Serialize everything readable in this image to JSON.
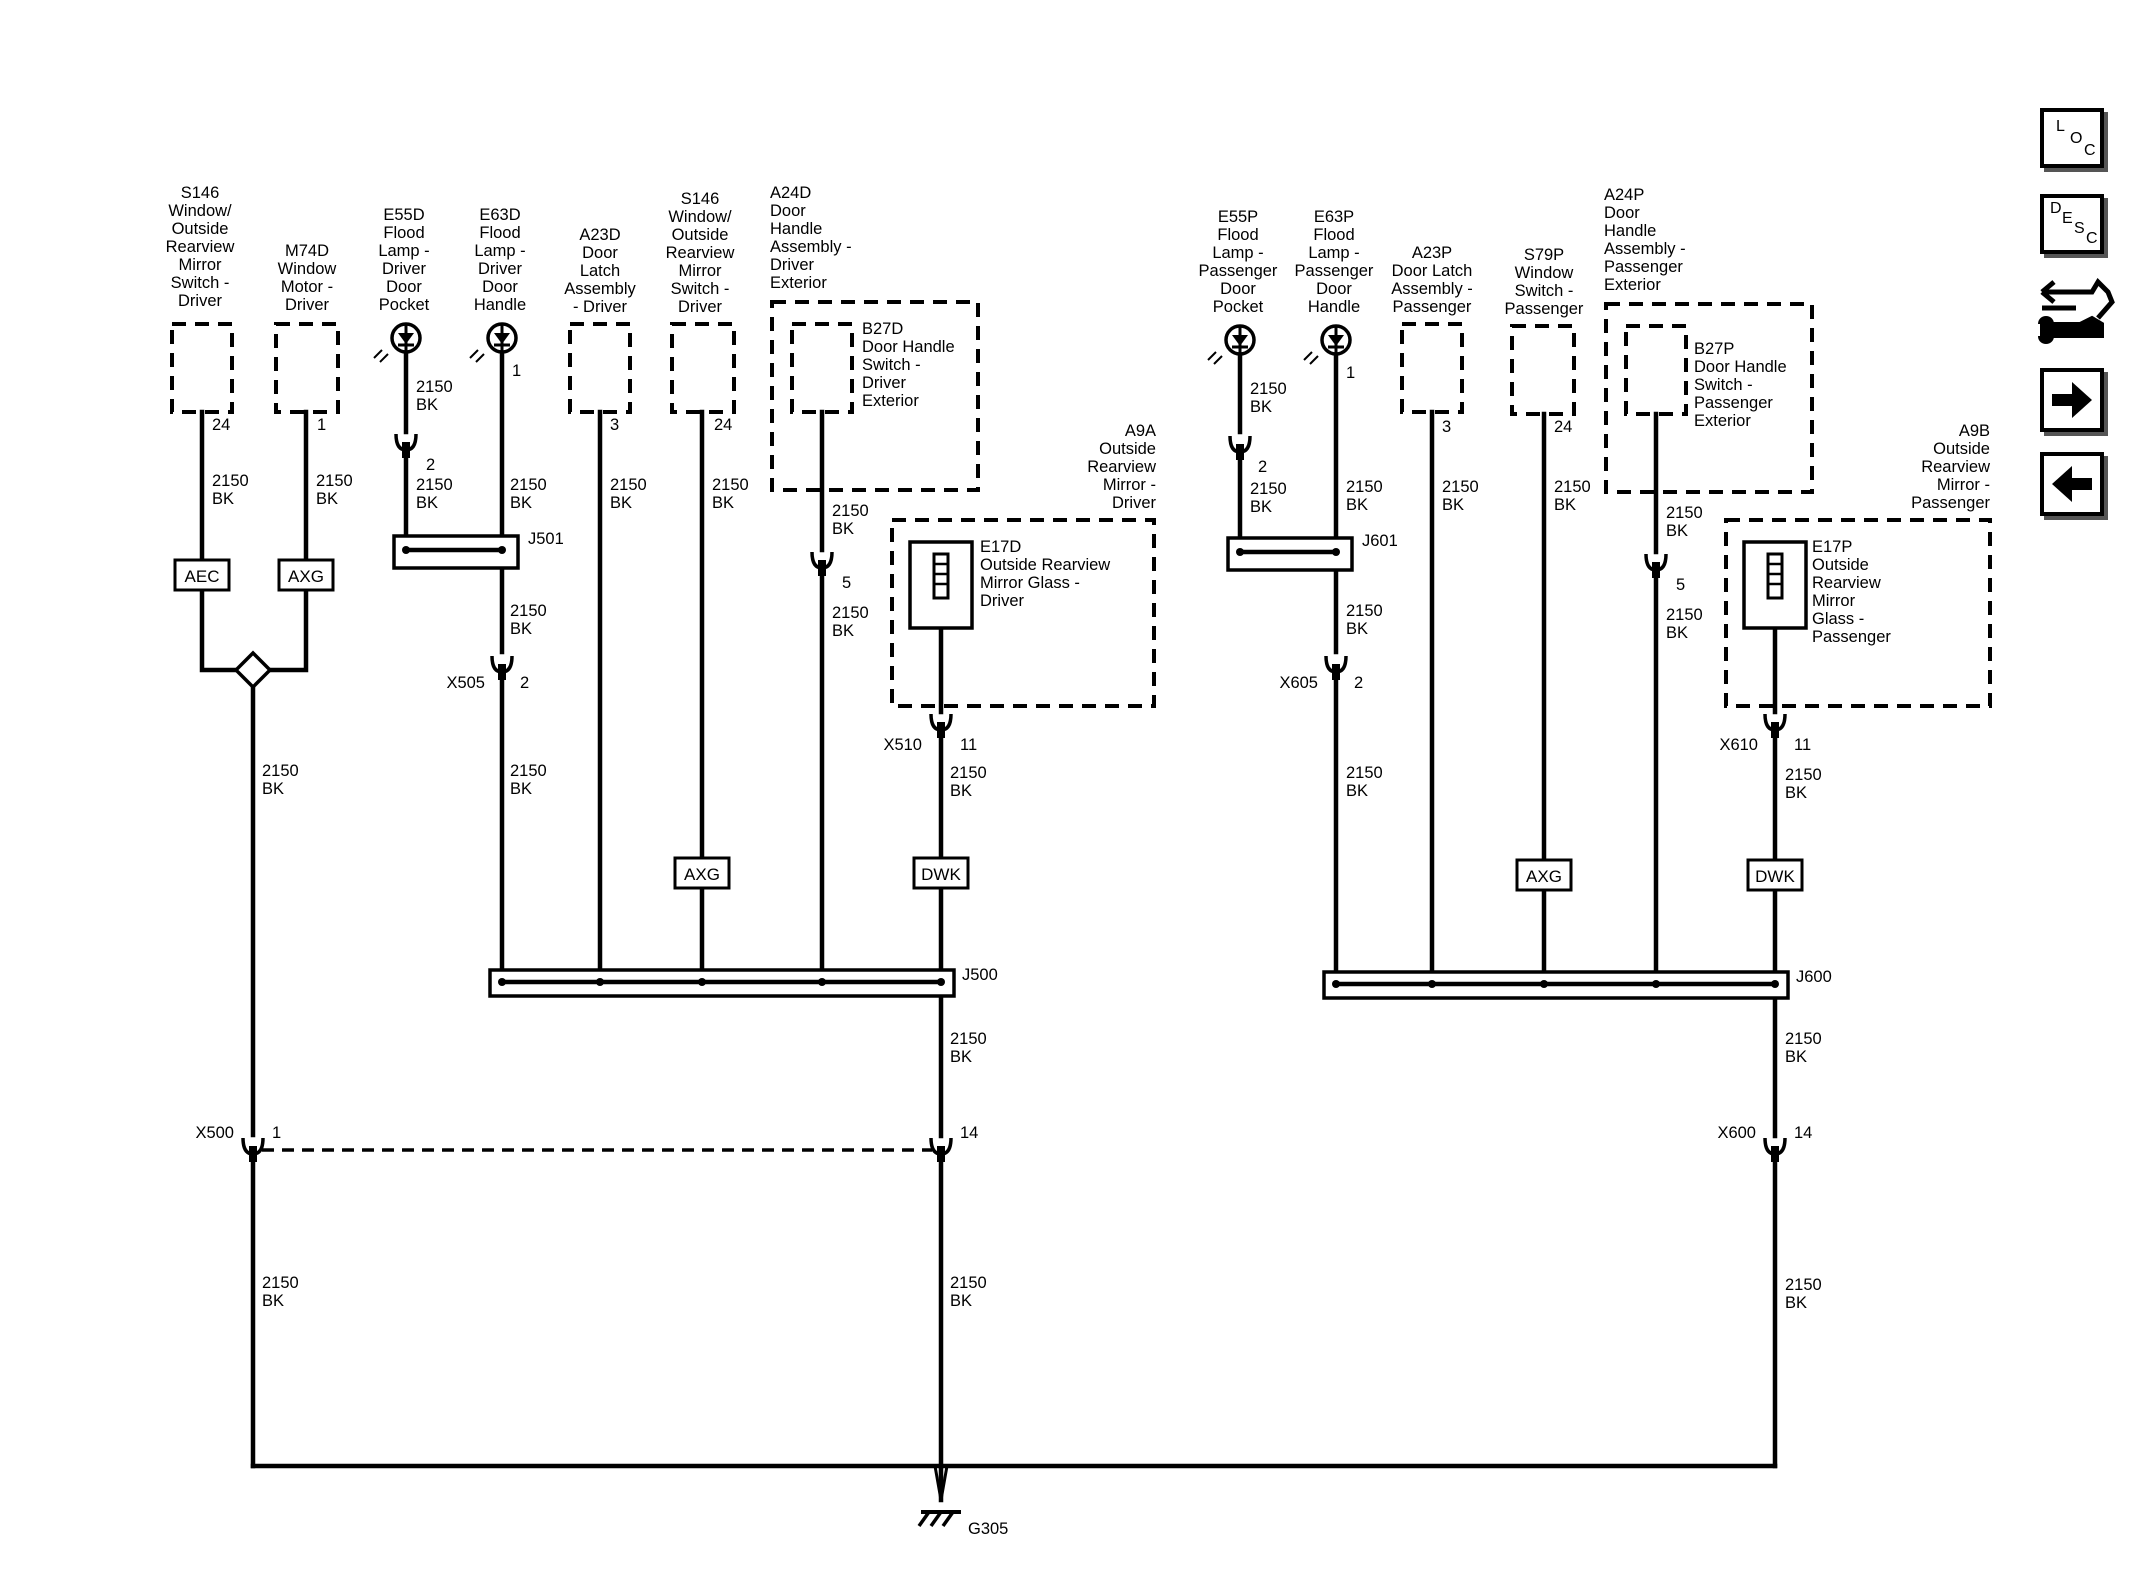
{
  "components": {
    "s146_left": [
      "S146",
      "Window/",
      "Outside",
      "Rearview",
      "Mirror",
      "Switch -",
      "Driver"
    ],
    "m74d": [
      "M74D",
      "Window",
      "Motor -",
      "Driver"
    ],
    "e55d": [
      "E55D",
      "Flood",
      "Lamp -",
      "Driver",
      "Door",
      "Pocket"
    ],
    "e63d": [
      "E63D",
      "Flood",
      "Lamp -",
      "Driver",
      "Door",
      "Handle"
    ],
    "a23d": [
      "A23D",
      "Door",
      "Latch",
      "Assembly",
      "- Driver"
    ],
    "s146_right": [
      "S146",
      "Window/",
      "Outside",
      "Rearview",
      "Mirror",
      "Switch -",
      "Driver"
    ],
    "a24d": [
      "A24D",
      "Door",
      "Handle",
      "Assembly -",
      "Driver",
      "Exterior"
    ],
    "b27d": [
      "B27D",
      "Door Handle",
      "Switch -",
      "Driver",
      "Exterior"
    ],
    "a9a": [
      "A9A",
      "Outside",
      "Rearview",
      "Mirror -",
      "Driver"
    ],
    "e17d": [
      "E17D",
      "Outside Rearview",
      "Mirror Glass -",
      "Driver"
    ],
    "e55p": [
      "E55P",
      "Flood",
      "Lamp -",
      "Passenger",
      "Door",
      "Pocket"
    ],
    "e63p": [
      "E63P",
      "Flood",
      "Lamp -",
      "Passenger",
      "Door",
      "Handle"
    ],
    "a23p": [
      "A23P",
      "Door Latch",
      "Assembly -",
      "Passenger"
    ],
    "s79p": [
      "S79P",
      "Window",
      "Switch -",
      "Passenger"
    ],
    "a24p": [
      "A24P",
      "Door",
      "Handle",
      "Assembly -",
      "Passenger",
      "Exterior"
    ],
    "b27p": [
      "B27P",
      "Door Handle",
      "Switch -",
      "Passenger",
      "Exterior"
    ],
    "a9b": [
      "A9B",
      "Outside",
      "Rearview",
      "Mirror -",
      "Passenger"
    ],
    "e17p": [
      "E17P",
      "Outside",
      "Rearview",
      "Mirror",
      "Glass -",
      "Passenger"
    ]
  },
  "wire": {
    "circuit": "2150",
    "color": "BK"
  },
  "pins": {
    "s146_left": "24",
    "m74d": "1",
    "e55d_a": "2",
    "e63d": "1",
    "a23d": "3",
    "s146_right": "24",
    "b27d": "5",
    "x505": "2",
    "x510": "11",
    "x500_a": "1",
    "x500_b": "14",
    "e55p_a": "2",
    "e63p": "1",
    "a23p": "3",
    "s79p": "24",
    "b27p": "5",
    "x605": "2",
    "x610": "11",
    "x600": "14"
  },
  "splices": {
    "j501": "J501",
    "j500": "J500",
    "j601": "J601",
    "j600": "J600"
  },
  "connectors": {
    "x505": "X505",
    "x510": "X510",
    "x500": "X500",
    "x605": "X605",
    "x610": "X610",
    "x600": "X600"
  },
  "tags": {
    "aec": "AEC",
    "axg": "AXG",
    "dwk": "DWK"
  },
  "ground": "G305",
  "nav": {
    "loc": {
      "l": "L",
      "o": "O",
      "c": "C"
    },
    "desc": {
      "d": "D",
      "e": "E",
      "s": "S",
      "c": "C"
    },
    "icons": [
      "connector-icon",
      "next-arrow-icon",
      "back-arrow-icon"
    ]
  }
}
